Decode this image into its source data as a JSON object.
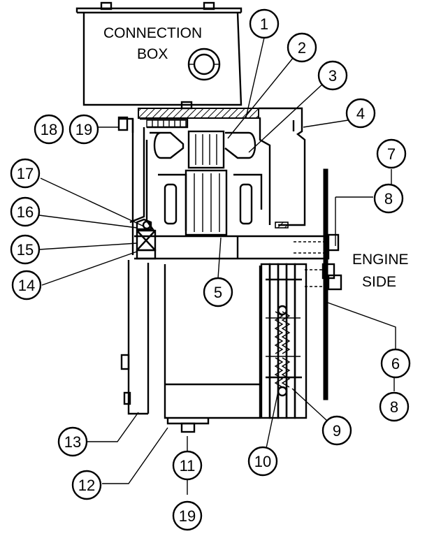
{
  "labels": {
    "connection_box": [
      "CONNECTION",
      "BOX"
    ],
    "engine_side": [
      "ENGINE",
      "SIDE"
    ]
  },
  "callouts": [
    "1",
    "2",
    "3",
    "4",
    "5",
    "6",
    "7",
    "8",
    "9",
    "10",
    "11",
    "12",
    "13",
    "14",
    "15",
    "16",
    "17",
    "18",
    "19"
  ],
  "callout_extra": {
    "c8b": "8",
    "c19b": "19"
  }
}
